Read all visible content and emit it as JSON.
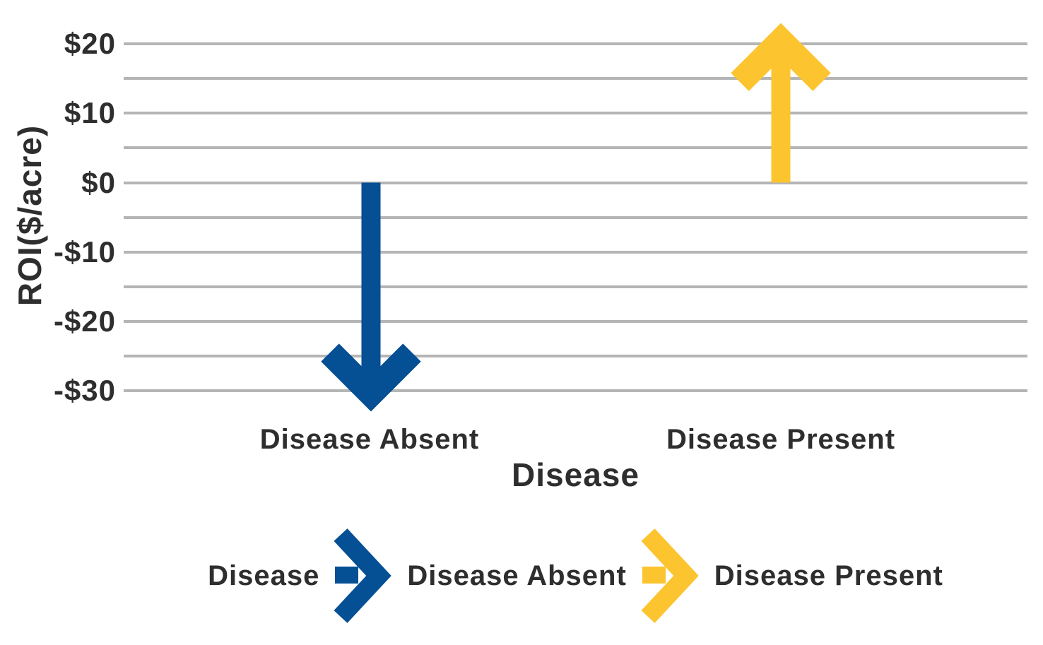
{
  "chart_data": {
    "type": "bar",
    "variant": "vertical-arrows-from-zero",
    "title": "",
    "xlabel": "Disease",
    "ylabel": "ROI($/acre)",
    "categories": [
      "Disease Absent",
      "Disease Present"
    ],
    "values": [
      -33,
      23
    ],
    "baseline": 0,
    "ylim": [
      -35,
      23
    ],
    "ytick_values": [
      20,
      10,
      0,
      -10,
      -20,
      -30
    ],
    "ytick_labels": [
      "$20",
      "$10",
      "$0",
      "-$10",
      "-$20",
      "-$30"
    ],
    "gridline_values": [
      20,
      15,
      10,
      5,
      0,
      -5,
      -10,
      -15,
      -20,
      -25,
      -30
    ],
    "grid": true,
    "series_colors": [
      "#054f94",
      "#fcc42f"
    ],
    "legend_position": "bottom"
  },
  "legend": {
    "title": "Disease",
    "entries": [
      {
        "label": "Disease Absent",
        "color": "#054f94",
        "direction": "down"
      },
      {
        "label": "Disease Present",
        "color": "#fcc42f",
        "direction": "up"
      }
    ]
  },
  "colors": {
    "text": "#2e2e2e",
    "gridline": "#b5b5b5",
    "background": "#ffffff",
    "disease_absent_blue": "#054f94",
    "disease_present_yellow": "#fcc42f"
  }
}
